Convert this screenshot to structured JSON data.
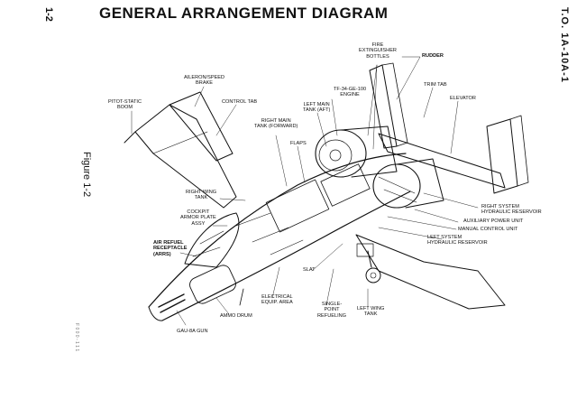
{
  "header": {
    "page_number": "1-2",
    "title": "GENERAL ARRANGEMENT DIAGRAM",
    "document_id": "T.O. 1A-10A-1",
    "figure": "Figure 1-2",
    "stamp": "F 0 0 0 - 1 1 1"
  },
  "labels": {
    "fire_ext": "FIRE\nEXTINGUISHER\nBOTTLES",
    "rudder": "RUDDER",
    "trim_tab": "TRIM TAB",
    "elevator": "ELEVATOR",
    "aileron": "AILERON/SPEED\nBRAKE",
    "control_tab": "CONTROL TAB",
    "pitot": "PITOT-STATIC\nBOOM",
    "engine": "TF-34-GE-100\nENGINE",
    "left_main_aft": "LEFT MAIN\nTANK (AFT)",
    "right_main_fwd": "RIGHT MAIN\nTANK (FORWARD)",
    "flaps": "FLAPS",
    "right_wing_tank": "RIGHT WING\nTANK",
    "cockpit_armor": "COCKPIT\nARMOR PLATE\nASSY",
    "air_refuel": "AIR REFUEL\nRECEPTACLE\n(ARRS)",
    "right_hyd": "RIGHT SYSTEM\nHYDRAULIC RESERVOIR",
    "apu": "AUXILIARY POWER UNIT",
    "manual_control": "MANUAL CONTROL UNIT",
    "left_hyd": "LEFT SYSTEM\nHYDRAULIC RESERVOIR",
    "slat": "SLAT",
    "electrical": "ELECTRICAL\nEQUIP. AREA",
    "single_point": "SINGLE-\nPOINT\nREFUELING",
    "left_wing_tank": "LEFT WING\nTANK",
    "ammo": "AMMO DRUM",
    "gun": "GAU-8A GUN"
  }
}
